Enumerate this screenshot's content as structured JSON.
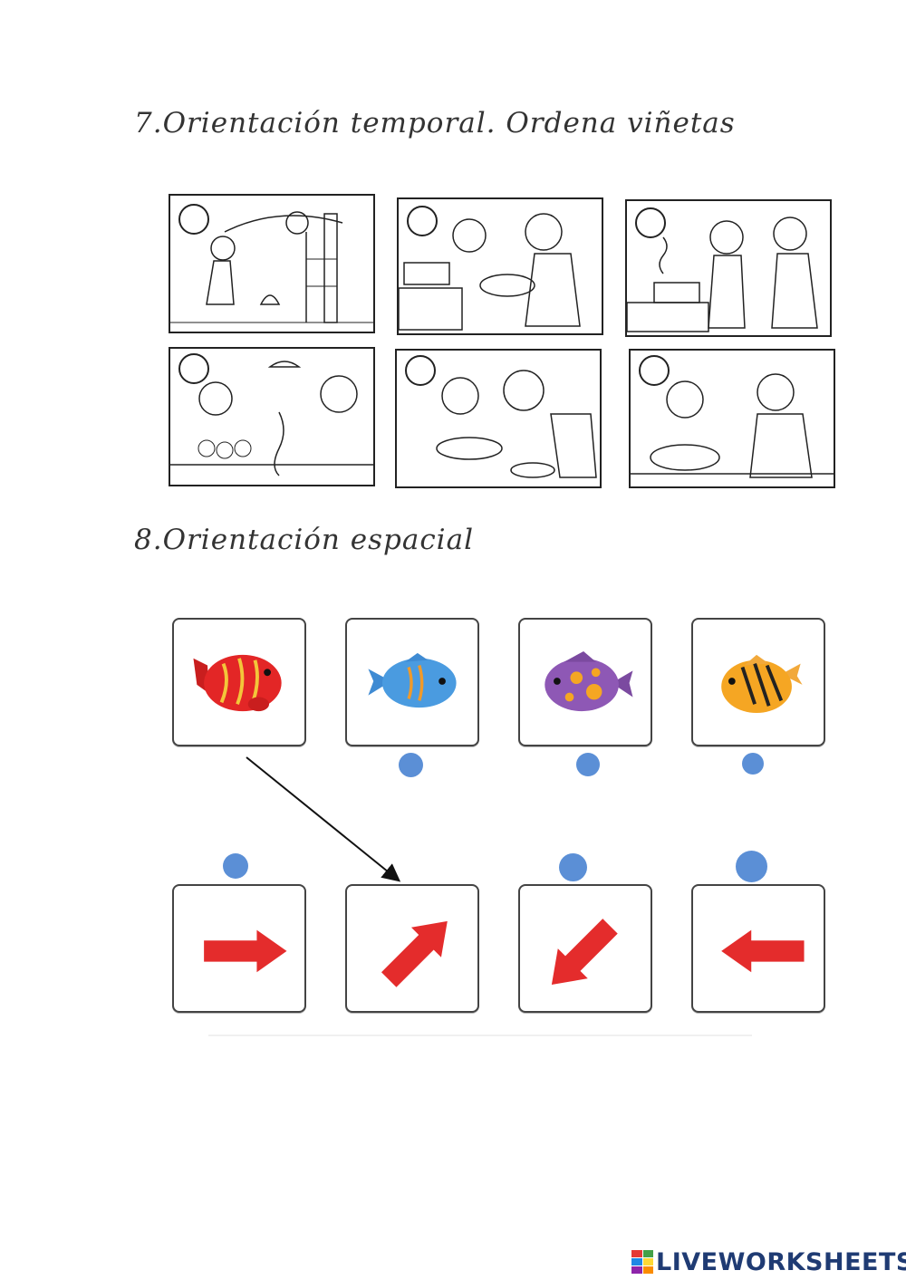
{
  "section7": {
    "heading": "7.Orientación temporal. Ordena viñetas"
  },
  "section8": {
    "heading": "8.Orientación espacial"
  },
  "fish_cards": [
    {
      "fish": "red-fish-icon",
      "color": "#e32626"
    },
    {
      "fish": "blue-fish-icon",
      "color": "#4a9be0"
    },
    {
      "fish": "purple-fish-icon",
      "color": "#8e58b5"
    },
    {
      "fish": "orange-fish-icon",
      "color": "#f5a623"
    }
  ],
  "arrow_cards": [
    {
      "arrow": "arrow-right-icon",
      "color": "#e42c2c"
    },
    {
      "arrow": "arrow-up-right-icon",
      "color": "#e42c2c"
    },
    {
      "arrow": "arrow-down-left-icon",
      "color": "#e42c2c"
    },
    {
      "arrow": "arrow-left-icon",
      "color": "#e42c2c"
    }
  ],
  "dot_color": "#5b8fd6",
  "footer": {
    "logo_text": "LIVEWORKSHEETS"
  }
}
